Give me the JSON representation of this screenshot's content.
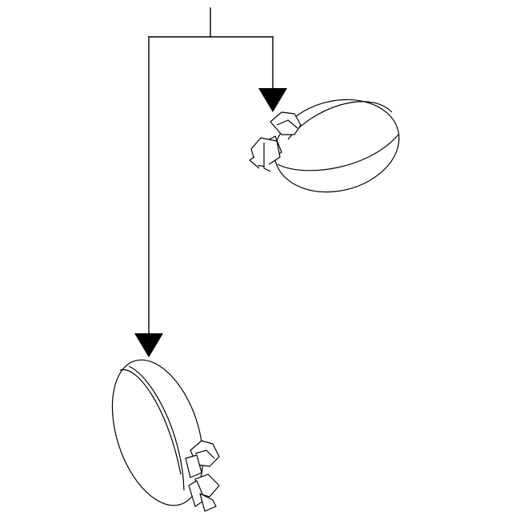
{
  "diagram": {
    "type": "parts-callout-diagram",
    "background": "#ffffff",
    "line_color": "#000000",
    "parts": [
      {
        "name": "hose-clamp",
        "orientation": "horizontal",
        "icon": "clamp-icon"
      },
      {
        "name": "hose-clamp",
        "orientation": "vertical",
        "icon": "clamp-icon"
      }
    ],
    "callout_arrows": 2
  }
}
